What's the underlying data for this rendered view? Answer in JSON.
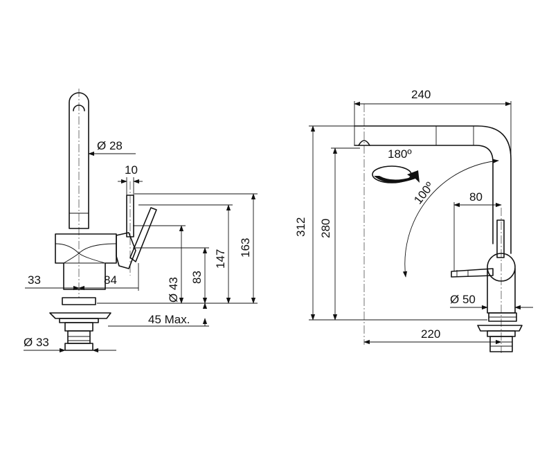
{
  "dimensions": {
    "side": {
      "spout_diameter": "Ø 28",
      "lever_width": "10",
      "base_left": "33",
      "base_right": "84",
      "body_diameter": "Ø 43",
      "h_83": "83",
      "h_147": "147",
      "h_163": "163",
      "max_thickness": "45 Max.",
      "shank_diameter": "Ø 33"
    },
    "front": {
      "spout_reach": "240",
      "swivel_angle": "180º",
      "lever_angle": "100º",
      "lever_offset": "80",
      "total_height": "312",
      "spout_height": "280",
      "body_diameter": "Ø 50",
      "reach": "220"
    }
  }
}
